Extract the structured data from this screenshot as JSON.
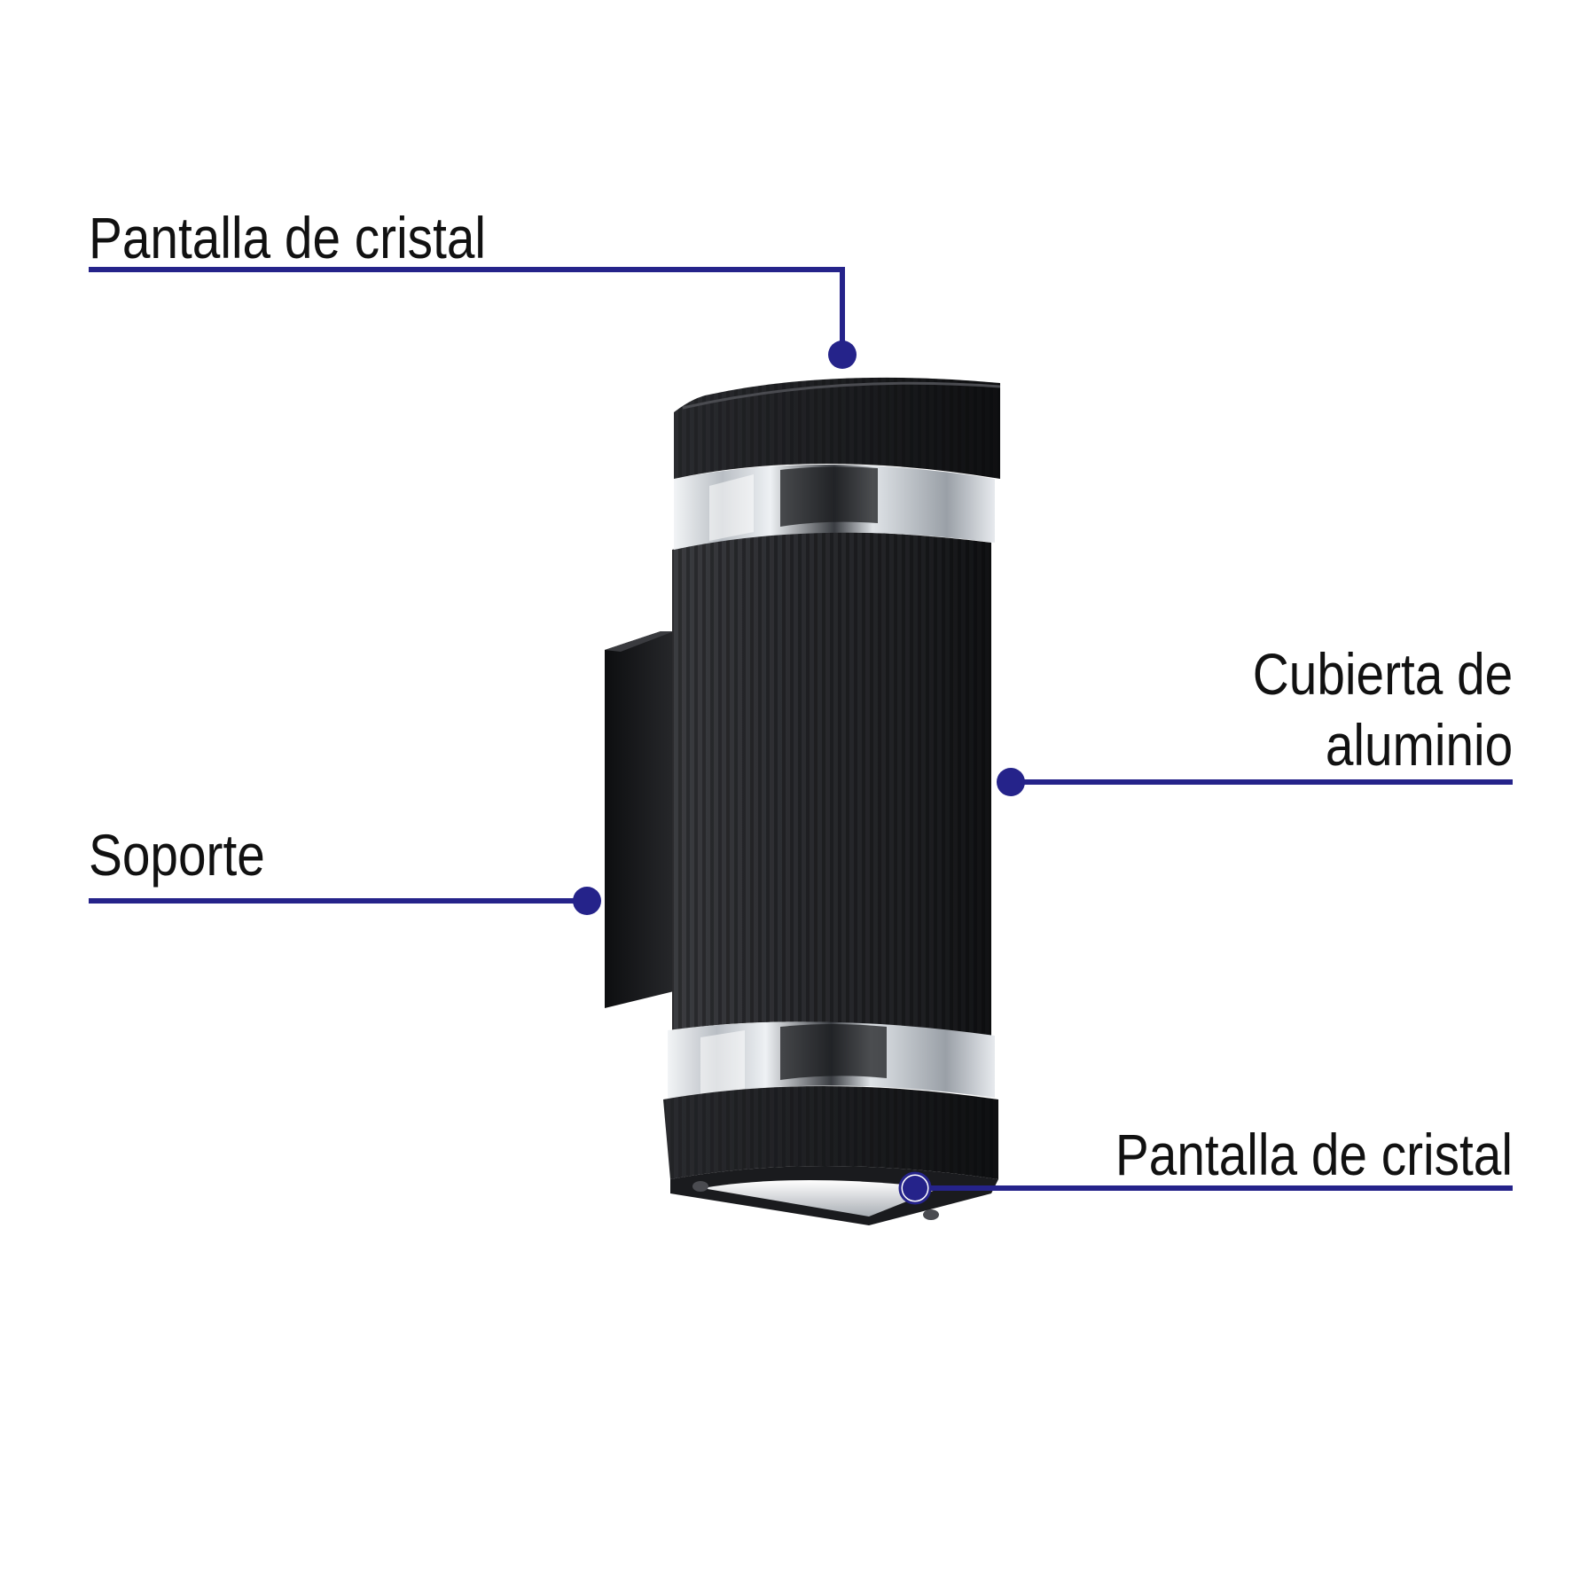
{
  "colors": {
    "callout": "#25238a",
    "text": "#111111",
    "background": "#ffffff",
    "lamp_body": "#2a2b2e",
    "lamp_dark": "#121315",
    "glass": "#d9dde2"
  },
  "callouts": [
    {
      "id": "top-glass",
      "label": "Pantalla de cristal"
    },
    {
      "id": "aluminum-cover",
      "label_lines": [
        "Cubierta de",
        "aluminio"
      ]
    },
    {
      "id": "bracket",
      "label": "Soporte"
    },
    {
      "id": "bottom-glass",
      "label": "Pantalla de cristal"
    }
  ]
}
